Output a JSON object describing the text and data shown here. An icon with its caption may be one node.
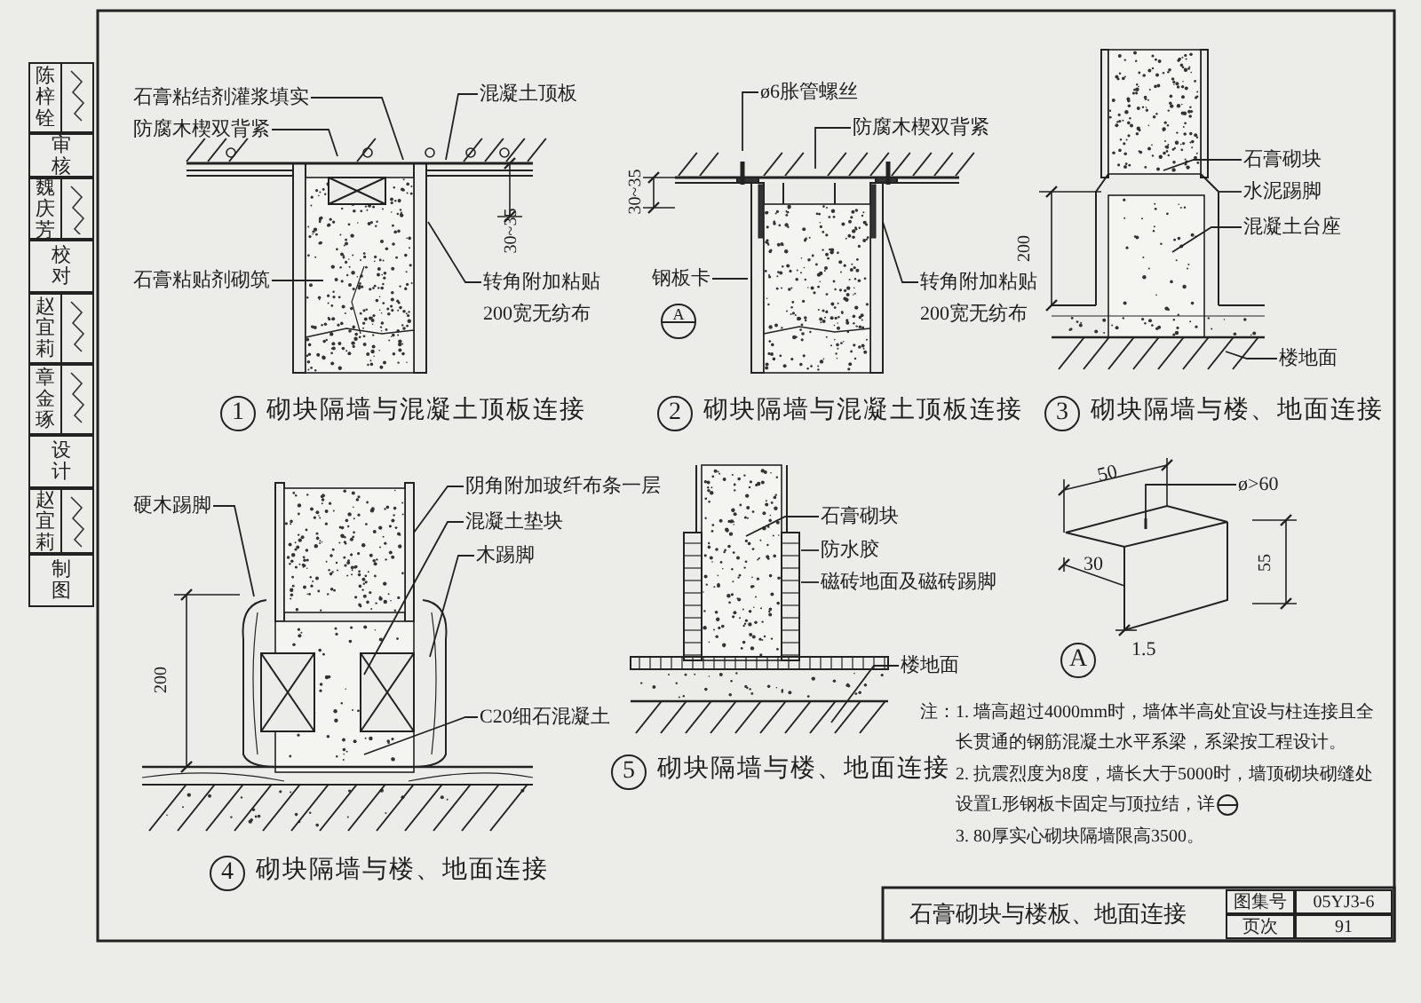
{
  "diagram": {
    "nodes": [
      {
        "text": [
          "石膏粘结剂灌浆填实"
        ]
      },
      {
        "text": [
          "防腐木楔双背紧"
        ]
      },
      {
        "text": [
          "混凝土顶板"
        ]
      },
      {
        "text": [
          "石膏粘贴剂砌筑"
        ]
      },
      {
        "text": [
          "转角附加粘贴200宽无纺布"
        ]
      },
      {
        "text": [
          "ø6胀管螺丝"
        ]
      },
      {
        "text": [
          "防腐木楔双背紧"
        ]
      },
      {
        "text": [
          "钢板卡"
        ]
      },
      {
        "text": [
          "转角附加粘贴200宽无纺布"
        ]
      },
      {
        "text": [
          "石膏砌块"
        ]
      },
      {
        "text": [
          "水泥踢脚"
        ]
      },
      {
        "text": [
          "混凝土台座"
        ]
      },
      {
        "text": [
          "楼地面"
        ]
      },
      {
        "text": [
          "硬木踢脚"
        ]
      },
      {
        "text": [
          "阴角附加玻纤布条一层"
        ]
      },
      {
        "text": [
          "混凝土垫块"
        ]
      },
      {
        "text": [
          "木踢脚"
        ]
      },
      {
        "text": [
          "C20细石混凝土"
        ]
      },
      {
        "text": [
          "石膏砌块"
        ]
      },
      {
        "text": [
          "防水胶"
        ]
      },
      {
        "text": [
          "磁砖地面及磁砖踢脚"
        ]
      },
      {
        "text": [
          "楼地面"
        ]
      },
      {
        "text": [
          "ø>60"
        ]
      }
    ],
    "edges": [
      {
        "from": 0,
        "to": null,
        "arrow": "none"
      },
      {
        "from": 1,
        "to": null,
        "arrow": "none"
      },
      {
        "from": 2,
        "to": null,
        "arrow": "none"
      },
      {
        "from": 3,
        "to": null,
        "arrow": "none"
      },
      {
        "from": 4,
        "to": null,
        "arrow": "none"
      },
      {
        "from": 5,
        "to": null,
        "arrow": "none"
      },
      {
        "from": 6,
        "to": null,
        "arrow": "none"
      },
      {
        "from": 7,
        "to": null,
        "arrow": "none"
      },
      {
        "from": 8,
        "to": null,
        "arrow": "none"
      },
      {
        "from": 9,
        "to": null,
        "arrow": "none"
      },
      {
        "from": 10,
        "to": null,
        "arrow": "none"
      },
      {
        "from": 11,
        "to": null,
        "arrow": "none"
      },
      {
        "from": 12,
        "to": null,
        "arrow": "none"
      },
      {
        "from": 13,
        "to": null,
        "arrow": "none"
      },
      {
        "from": 14,
        "to": null,
        "arrow": "none"
      },
      {
        "from": 15,
        "to": null,
        "arrow": "none"
      },
      {
        "from": 16,
        "to": null,
        "arrow": "none"
      },
      {
        "from": 17,
        "to": null,
        "arrow": "none"
      },
      {
        "from": 18,
        "to": null,
        "arrow": "none"
      },
      {
        "from": 19,
        "to": null,
        "arrow": "none"
      },
      {
        "from": 20,
        "to": null,
        "arrow": "none"
      },
      {
        "from": 21,
        "to": null,
        "arrow": "none"
      },
      {
        "from": 22,
        "to": null,
        "arrow": "none"
      }
    ],
    "labels": [
      "陈梓铨",
      "审核",
      "魏庆芳",
      "校对",
      "赵宜莉",
      "章金琢",
      "设计",
      "赵宜莉",
      "制图",
      "30~35",
      "1",
      "砌块隔墙与混凝土顶板连接",
      "30~35",
      "A",
      "2",
      "砌块隔墙与混凝土顶板连接",
      "200",
      "3",
      "砌块隔墙与楼、地面连接",
      "200",
      "4",
      "砌块隔墙与楼、地面连接",
      "5",
      "砌块隔墙与楼、地面连接",
      "50",
      "30",
      "55",
      "1.5",
      "A",
      "注：",
      "1. 墙高超过4000mm时，墙体半高处宜设与柱连接且全长贯通的钢筋混凝土水平系梁，系梁按工程设计。",
      "2. 抗震烈度为8度，墙长大于5000时，墙顶砌块砌缝处设置L形钢板卡固定与顶拉结，详",
      "3. 80厚实心砌块隔墙限高3500。",
      "石膏砌块与楼板、地面连接",
      "图集号",
      "05YJ3-6",
      "页次",
      "91"
    ]
  }
}
